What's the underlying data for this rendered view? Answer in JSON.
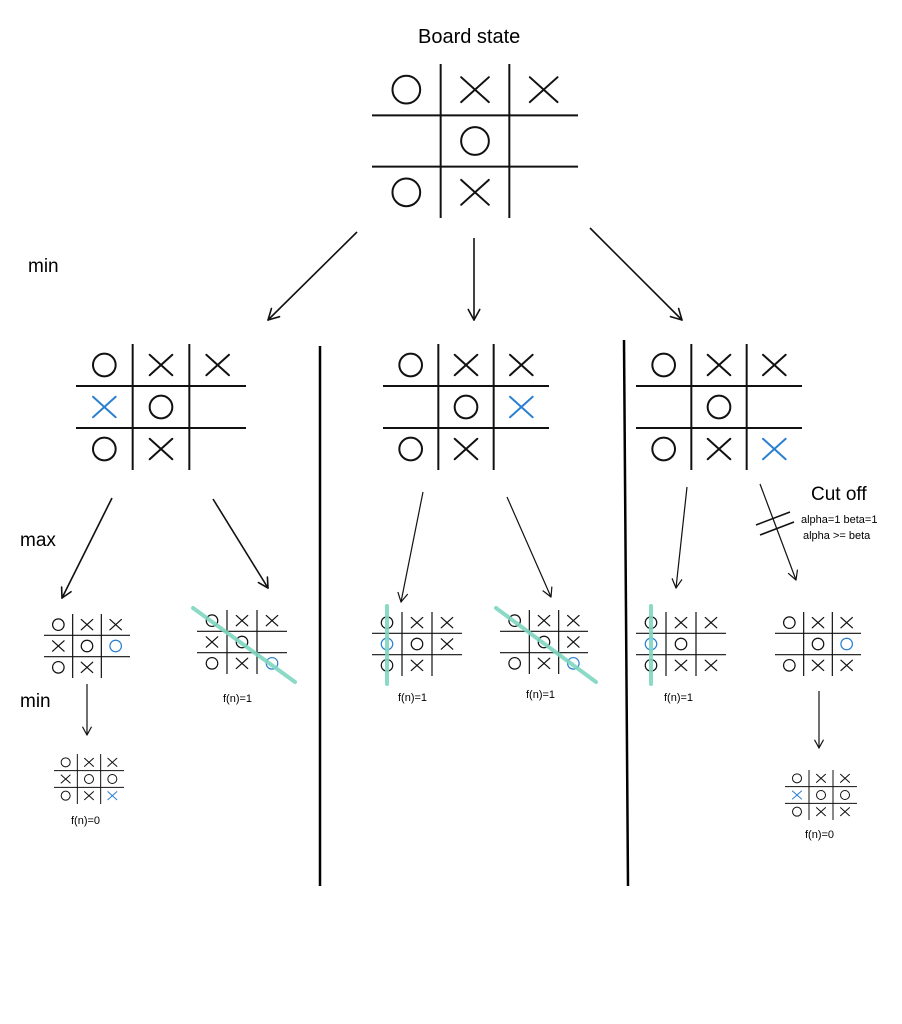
{
  "title": "Board state",
  "levels": [
    "min",
    "max",
    "min"
  ],
  "cutoff": {
    "label": "Cut off",
    "line1": "alpha=1 beta=1",
    "line2": "alpha  >=  beta"
  },
  "colors": {
    "ink": "#111111",
    "blue_move": "#2b7fd1",
    "win_highlight": "#7fd6c0",
    "divider": "#000000"
  },
  "root_board": [
    "O",
    "X",
    "X",
    "",
    "O",
    "",
    "O",
    "X",
    ""
  ],
  "min_level_boards": [
    {
      "cells": [
        "O",
        "X",
        "X",
        "X",
        "O",
        "",
        "O",
        "X",
        ""
      ],
      "new_move": 3
    },
    {
      "cells": [
        "O",
        "X",
        "X",
        "",
        "O",
        "X",
        "O",
        "X",
        ""
      ],
      "new_move": 5
    },
    {
      "cells": [
        "O",
        "X",
        "X",
        "",
        "O",
        "",
        "O",
        "X",
        "X"
      ],
      "new_move": 8
    }
  ],
  "max_level_boards": [
    {
      "cells": [
        "O",
        "X",
        "X",
        "X",
        "O",
        "O",
        "O",
        "X",
        ""
      ],
      "new_move": 5,
      "score": ""
    },
    {
      "cells": [
        "O",
        "X",
        "X",
        "X",
        "O",
        "",
        "O",
        "X",
        "O"
      ],
      "new_move": 8,
      "score": "f(n)=1",
      "win_line": "diagonal"
    },
    {
      "cells": [
        "O",
        "X",
        "X",
        "O",
        "O",
        "X",
        "O",
        "X",
        ""
      ],
      "new_move": 3,
      "score": "f(n)=1",
      "win_line": "left-column"
    },
    {
      "cells": [
        "O",
        "X",
        "X",
        "",
        "O",
        "X",
        "O",
        "X",
        "O"
      ],
      "new_move": 8,
      "score": "f(n)=1",
      "win_line": "diagonal"
    },
    {
      "cells": [
        "O",
        "X",
        "X",
        "O",
        "O",
        "",
        "O",
        "X",
        "X"
      ],
      "new_move": 3,
      "score": "f(n)=1",
      "win_line": "left-column"
    },
    {
      "cells": [
        "O",
        "X",
        "X",
        "",
        "O",
        "O",
        "O",
        "X",
        "X"
      ],
      "new_move": 5,
      "score": ""
    }
  ],
  "leaf_boards": [
    {
      "cells": [
        "O",
        "X",
        "X",
        "X",
        "O",
        "O",
        "O",
        "X",
        "X"
      ],
      "new_move": 8,
      "score": "f(n)=0"
    },
    {
      "cells": [
        "O",
        "X",
        "X",
        "X",
        "O",
        "O",
        "O",
        "X",
        "X"
      ],
      "new_move": 3,
      "score": "f(n)=0"
    }
  ]
}
